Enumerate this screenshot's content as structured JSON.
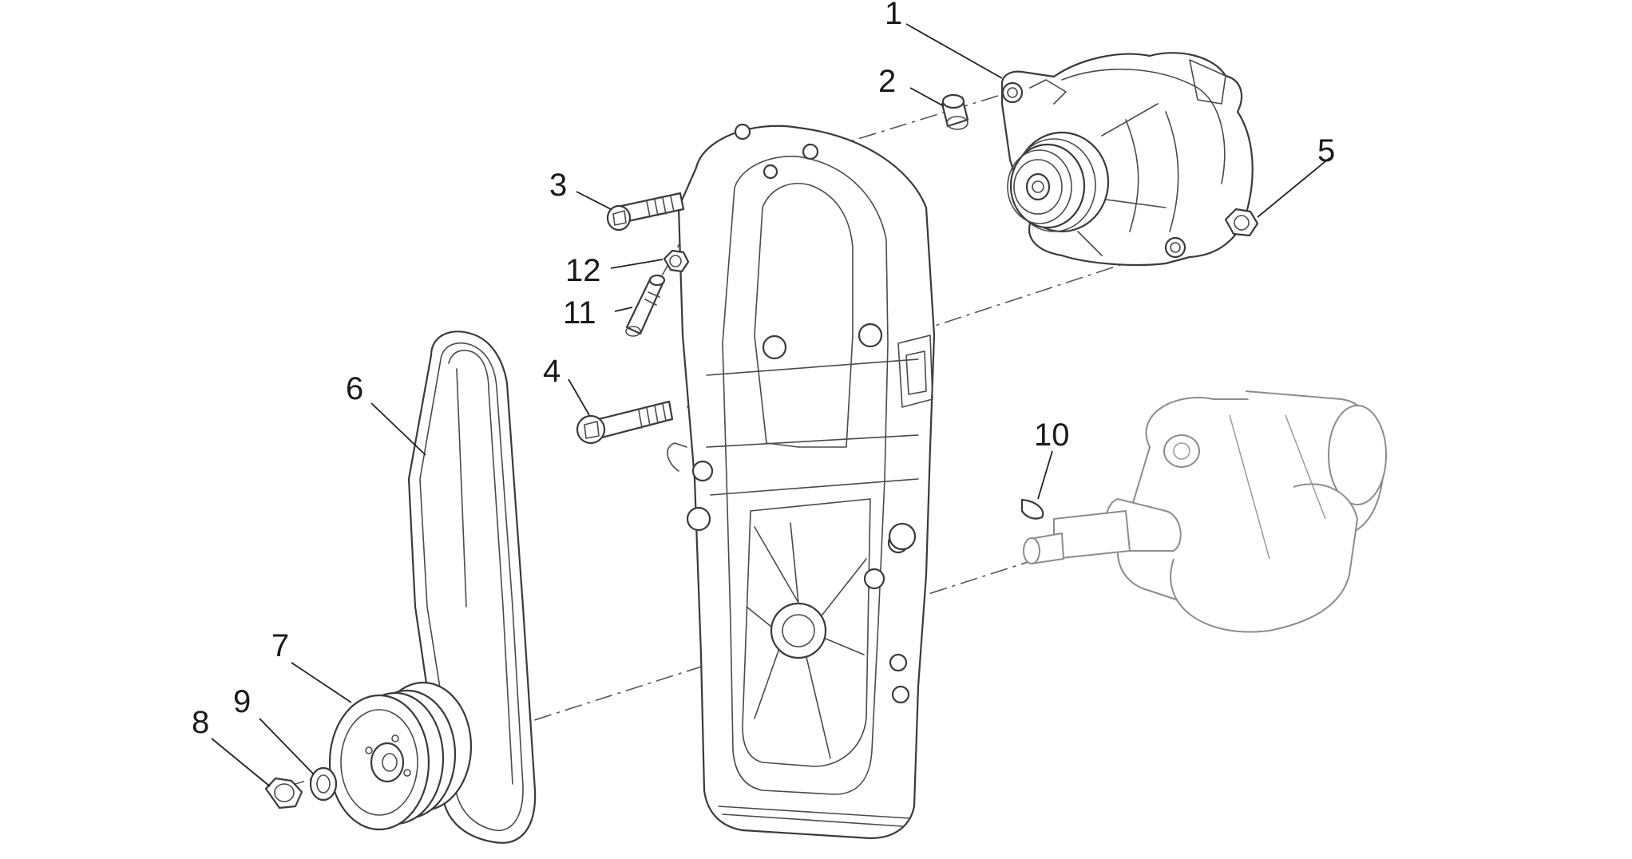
{
  "callouts": {
    "c1": "1",
    "c2": "2",
    "c3": "3",
    "c4": "4",
    "c5": "5",
    "c6": "6",
    "c7": "7",
    "c8": "8",
    "c9": "9",
    "c10": "10",
    "c11": "11",
    "c12": "12"
  },
  "colors": {
    "line": "#3a3a3a",
    "faded_line": "#8c8c8c",
    "background": "#ffffff"
  }
}
